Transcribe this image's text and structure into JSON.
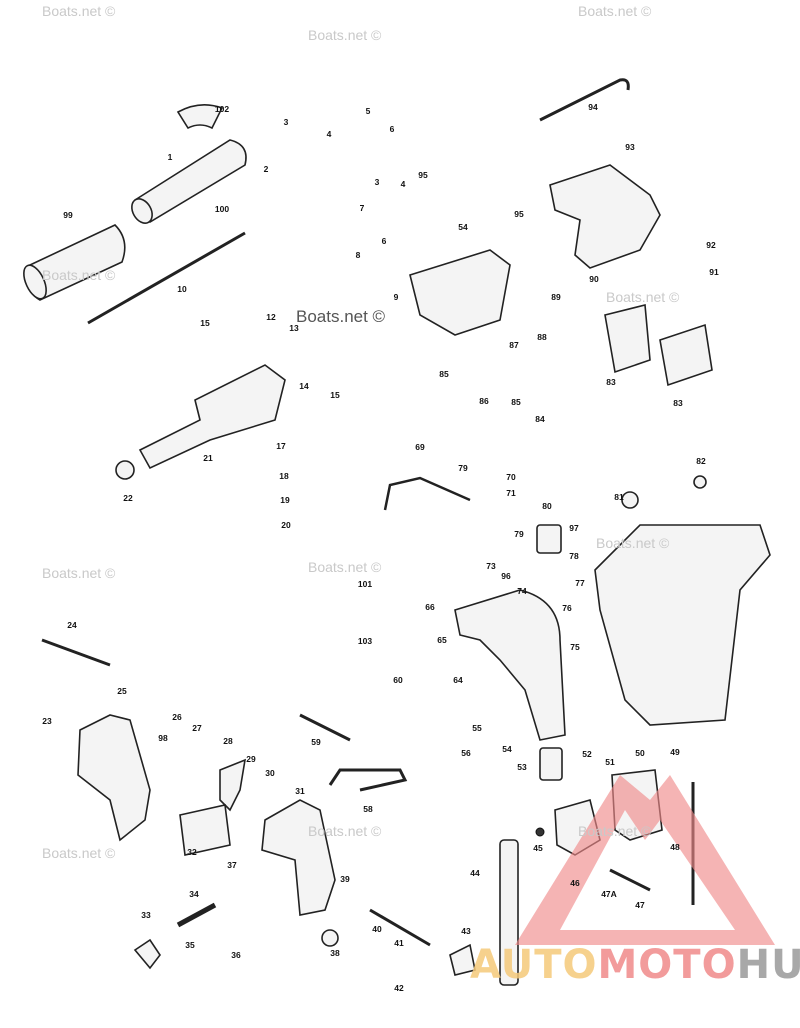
{
  "diagram": {
    "title": "Outboard motor tiller handle, swivel bracket and exhaust housing exploded parts diagram",
    "part_labels": [
      "102",
      "1",
      "3",
      "4",
      "5",
      "6",
      "2",
      "99",
      "100",
      "10",
      "3",
      "4",
      "95",
      "7",
      "6",
      "8",
      "94",
      "93",
      "95",
      "54",
      "92",
      "91",
      "90",
      "89",
      "88",
      "87",
      "9",
      "85",
      "86",
      "85",
      "84",
      "83",
      "83",
      "15",
      "12",
      "13",
      "14",
      "15",
      "17",
      "18",
      "19",
      "20",
      "21",
      "22",
      "69",
      "79",
      "70",
      "71",
      "80",
      "79",
      "82",
      "81",
      "97",
      "78",
      "73",
      "96",
      "77",
      "74",
      "76",
      "101",
      "66",
      "65",
      "103",
      "75",
      "64",
      "60",
      "55",
      "54",
      "52",
      "50",
      "49",
      "53",
      "51",
      "24",
      "25",
      "23",
      "26",
      "27",
      "98",
      "28",
      "29",
      "30",
      "59",
      "56",
      "58",
      "31",
      "32",
      "37",
      "39",
      "45",
      "46",
      "48",
      "44",
      "47A",
      "47",
      "34",
      "33",
      "35",
      "36",
      "38",
      "40",
      "41",
      "43",
      "42"
    ]
  },
  "watermark": {
    "text": "Boats.net ©"
  },
  "logo": {
    "part1": "AUTO",
    "part2": "MOTO",
    "part3": "HUB",
    "colors": {
      "auto": "#f5c97a",
      "moto": "#f08a8a",
      "hub": "#9a9a9a",
      "triangle": "#f08a8a"
    }
  }
}
